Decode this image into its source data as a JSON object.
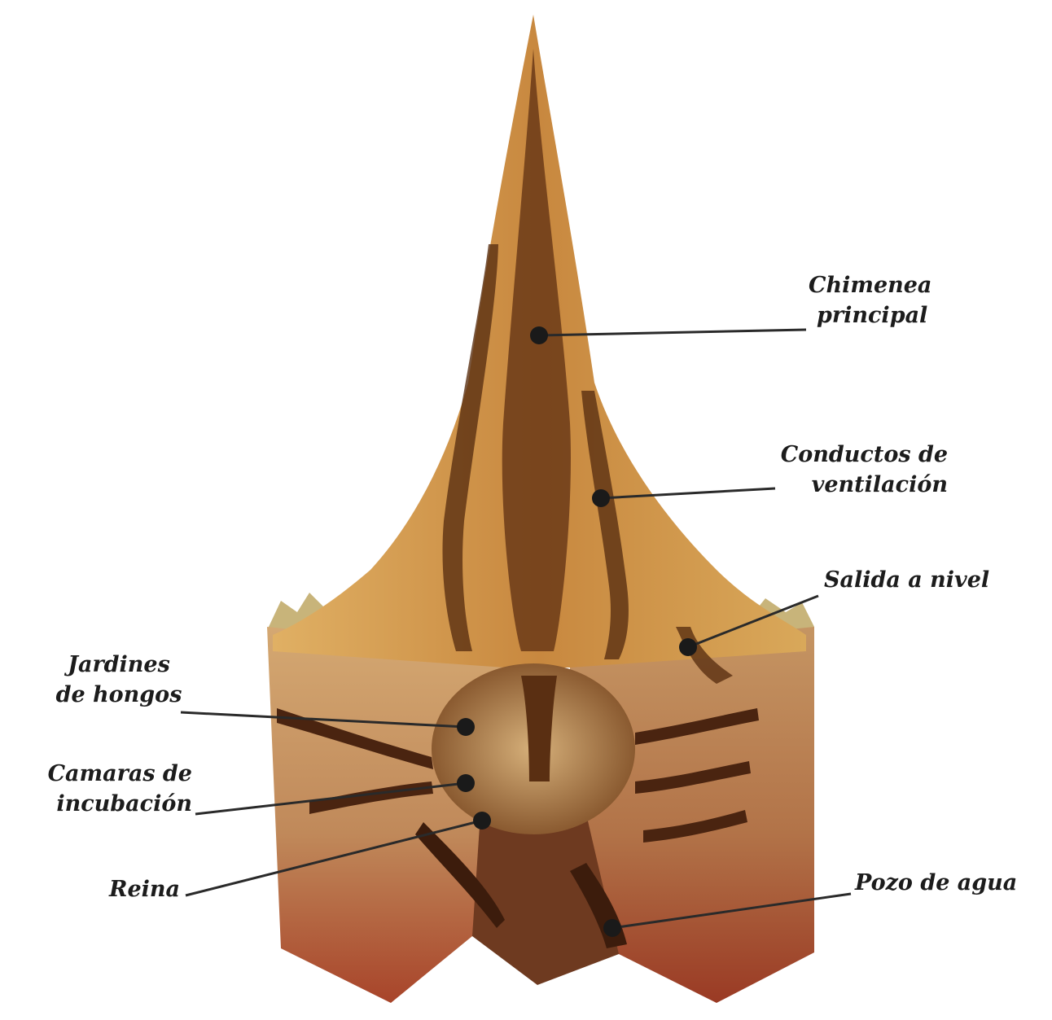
{
  "labels": {
    "chimenea": [
      "Chimenea",
      "principal"
    ],
    "conductos": [
      "Conductos de",
      "ventilación"
    ],
    "salida": [
      "Salida a nivel"
    ],
    "jardines": [
      "Jardines",
      "de hongos"
    ],
    "camaras": [
      "Camaras de",
      "incubación"
    ],
    "reina": [
      "Reina"
    ],
    "pozo": [
      "Pozo de agua"
    ]
  },
  "colors": {
    "mound_light": "#d9a85a",
    "mound_mid": "#b5763a",
    "mound_dark": "#5a2f12",
    "soil_top": "#c99a64",
    "soil_bottom": "#a8442a",
    "grass": "#c8b47a",
    "label_text": "#1c1c1c",
    "leader_line": "#2a2a2a"
  }
}
